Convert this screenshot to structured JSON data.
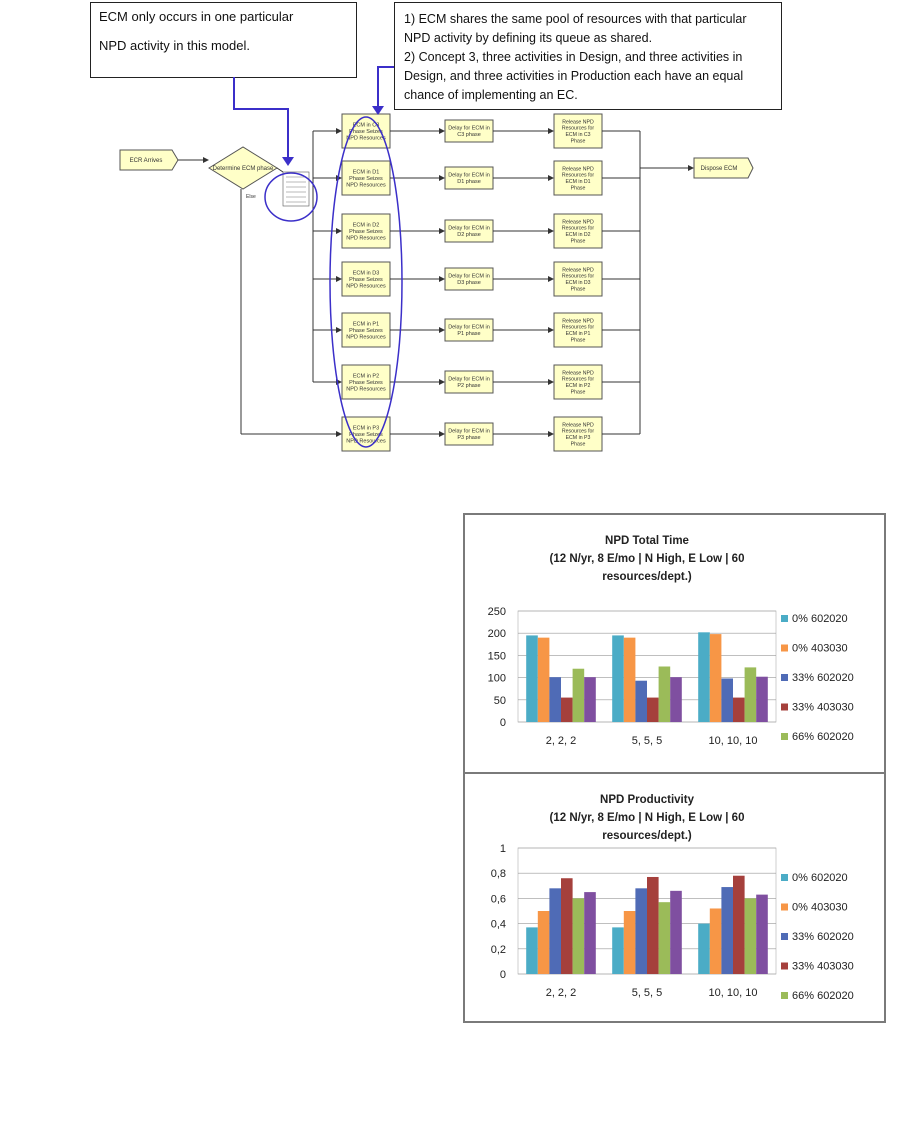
{
  "callouts": {
    "left": {
      "line1": "ECM only occurs in one particular",
      "line2": "NPD activity in this model."
    },
    "right": {
      "line1": "1) ECM shares the same pool of resources with that particular",
      "line2": "NPD activity by defining its queue as shared.",
      "line3": "2) Concept 3, three activities in Design, and three activities in",
      "line4": "Design, and three activities in Production each have an equal",
      "line5": "chance of implementing an EC."
    }
  },
  "diagram": {
    "arrive_label": "ECR Arrives",
    "decide_label": "Determine ECM phase",
    "decide_else": "Else",
    "dispose_label": "Dispose ECM",
    "rows": [
      {
        "seize": [
          "ECM in C3",
          "Phase Seizes",
          "NPD Resources"
        ],
        "delay": [
          "Delay for ECM in",
          "C3 phase"
        ],
        "release": [
          "Release NPD",
          "Resources for",
          "ECM in C3",
          "Phase"
        ]
      },
      {
        "seize": [
          "ECM in D1",
          "Phase Seizes",
          "NPD Resources"
        ],
        "delay": [
          "Delay for ECM in",
          "D1 phase"
        ],
        "release": [
          "Release NPD",
          "Resources for",
          "ECM in D1",
          "Phase"
        ]
      },
      {
        "seize": [
          "ECM in D2",
          "Phase Seizes",
          "NPD Resources"
        ],
        "delay": [
          "Delay for ECM in",
          "D2 phase"
        ],
        "release": [
          "Release NPD",
          "Resources for",
          "ECM in D2",
          "Phase"
        ]
      },
      {
        "seize": [
          "ECM in D3",
          "Phase Seizes",
          "NPD Resources"
        ],
        "delay": [
          "Delay for ECM in",
          "D3 phase"
        ],
        "release": [
          "Release NPD",
          "Resources for",
          "ECM in D3",
          "Phase"
        ]
      },
      {
        "seize": [
          "ECM in P1",
          "Phase Seizes",
          "NPD Resources"
        ],
        "delay": [
          "Delay for ECM in",
          "P1 phase"
        ],
        "release": [
          "Release NPD",
          "Resources for",
          "ECM in P1",
          "Phase"
        ]
      },
      {
        "seize": [
          "ECM in P2",
          "Phase Seizes",
          "NPD Resources"
        ],
        "delay": [
          "Delay for ECM in",
          "P2 phase"
        ],
        "release": [
          "Release NPD",
          "Resources for",
          "ECM in P2",
          "Phase"
        ]
      },
      {
        "seize": [
          "ECM in P3",
          "Phase Seizes",
          "NPD Resources"
        ],
        "delay": [
          "Delay for ECM in",
          "P3 phase"
        ],
        "release": [
          "Release NPD",
          "Resources for",
          "ECM in P3",
          "Phase"
        ]
      }
    ]
  },
  "colors": {
    "box_fill": "#ffffc8",
    "flow_line": "#333333",
    "annotation": "#3b2fc9"
  },
  "chart_data": [
    {
      "type": "bar",
      "title": [
        "NPD Total Time",
        "(12 N/yr, 8 E/mo | N High, E Low | 60",
        "resources/dept.)"
      ],
      "categories": [
        "2, 2, 2",
        "5, 5, 5",
        "10, 10, 10"
      ],
      "series": [
        {
          "name": "0% 602020",
          "color": "#4bacc6",
          "values": [
            195,
            195,
            202
          ]
        },
        {
          "name": "0% 403030",
          "color": "#f79646",
          "values": [
            190,
            190,
            198
          ]
        },
        {
          "name": "33% 602020",
          "color": "#4f6bb6",
          "values": [
            101,
            93,
            98
          ]
        },
        {
          "name": "33% 403030",
          "color": "#a5403c",
          "values": [
            55,
            55,
            55
          ]
        },
        {
          "name": "66% 602020",
          "color": "#9bbb59",
          "values": [
            120,
            125,
            123
          ]
        },
        {
          "name": "",
          "color": "#7f4fa0",
          "values": [
            101,
            101,
            102
          ]
        }
      ],
      "ylim": [
        0,
        250
      ],
      "yticks": [
        "0",
        "50",
        "100",
        "150",
        "200",
        "250"
      ],
      "grid": true,
      "legend": "right"
    },
    {
      "type": "bar",
      "title": [
        "NPD Productivity",
        "(12 N/yr, 8 E/mo | N High, E Low | 60",
        "resources/dept.)"
      ],
      "categories": [
        "2, 2, 2",
        "5, 5, 5",
        "10, 10, 10"
      ],
      "series": [
        {
          "name": "0% 602020",
          "color": "#4bacc6",
          "values": [
            0.37,
            0.37,
            0.4
          ]
        },
        {
          "name": "0% 403030",
          "color": "#f79646",
          "values": [
            0.5,
            0.5,
            0.52
          ]
        },
        {
          "name": "33% 602020",
          "color": "#4f6bb6",
          "values": [
            0.68,
            0.68,
            0.69
          ]
        },
        {
          "name": "33% 403030",
          "color": "#a5403c",
          "values": [
            0.76,
            0.77,
            0.78
          ]
        },
        {
          "name": "66% 602020",
          "color": "#9bbb59",
          "values": [
            0.6,
            0.57,
            0.6
          ]
        },
        {
          "name": "",
          "color": "#7f4fa0",
          "values": [
            0.65,
            0.66,
            0.63
          ]
        }
      ],
      "ylim": [
        0,
        1
      ],
      "yticks": [
        "0",
        "0,2",
        "0,4",
        "0,6",
        "0,8",
        "1"
      ],
      "grid": true,
      "legend": "right"
    }
  ]
}
